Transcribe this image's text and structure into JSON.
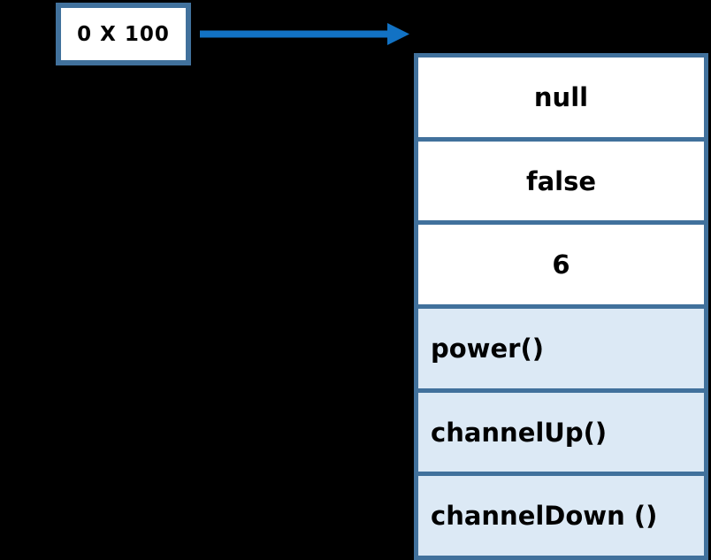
{
  "colors": {
    "background": "#000000",
    "border_blue": "#41719C",
    "arrow_blue": "#1272C4",
    "cell_white": "#FFFFFF",
    "cell_light_blue": "#DCE9F5",
    "text": "#000000"
  },
  "reference_box": {
    "label": "0 X 100"
  },
  "arrow": {
    "name": "pointer-arrow",
    "direction": "right"
  },
  "object_table": {
    "rows": [
      {
        "label": "null",
        "kind": "property"
      },
      {
        "label": "false",
        "kind": "property"
      },
      {
        "label": "6",
        "kind": "property"
      },
      {
        "label": "power()",
        "kind": "method"
      },
      {
        "label": "channelUp()",
        "kind": "method"
      },
      {
        "label": "channelDown ()",
        "kind": "method"
      }
    ]
  }
}
